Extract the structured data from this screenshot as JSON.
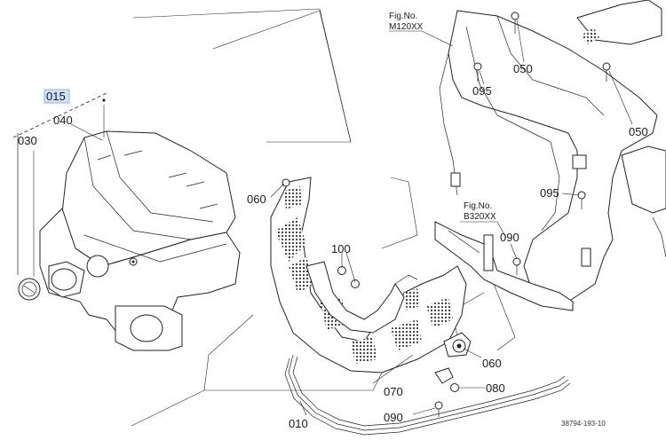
{
  "parts": {
    "p015": "015",
    "p040": "040",
    "p030": "030",
    "p060a": "060",
    "p100": "100",
    "p095a": "095",
    "p050a": "050",
    "p050b": "050",
    "p095b": "095",
    "p090a": "090",
    "p060b": "060",
    "p080": "080",
    "p070": "070",
    "p090b": "090",
    "p010": "010"
  },
  "figures": {
    "fig1_caption": "Fig.No.",
    "fig1_code": "M120XX",
    "fig2_caption": "Fig.No.",
    "fig2_code": "B320XX"
  },
  "drawing_ref": "38794-193-10",
  "colors": {
    "line": "#222222",
    "highlight": "#cfe2fb"
  }
}
